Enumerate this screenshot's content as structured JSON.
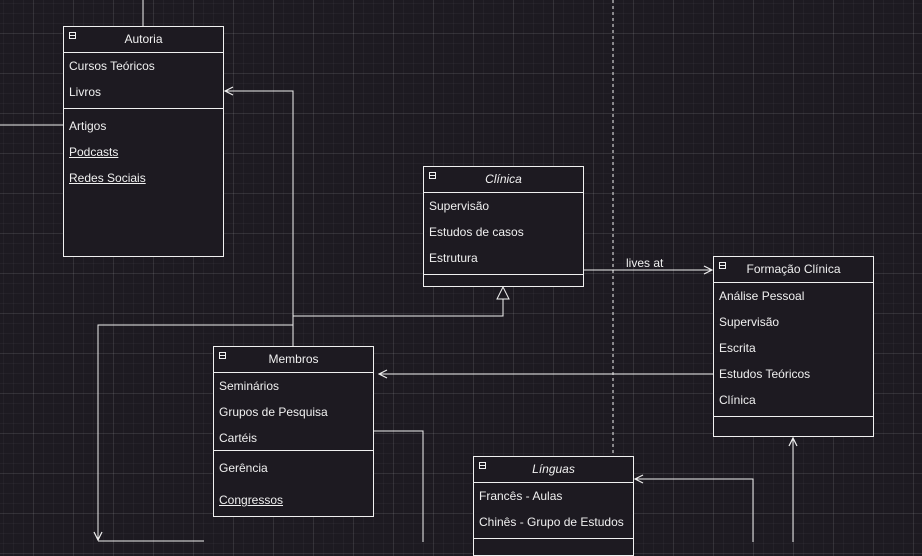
{
  "diagram": {
    "edge_label": "lives at",
    "boxes": {
      "autoria": {
        "title": "Autoria",
        "items": [
          "Cursos Teóricos",
          "Livros",
          "Artigos",
          "Podcasts",
          "Redes Sociais"
        ]
      },
      "clinica": {
        "title": "Clínica",
        "items": [
          "Supervisão",
          "Estudos de casos",
          "Estrutura"
        ]
      },
      "formacao": {
        "title": "Formação Clínica",
        "items": [
          "Análise Pessoal",
          "Supervisão",
          "Escrita",
          "Estudos Teóricos",
          "Clínica"
        ]
      },
      "membros": {
        "title": "Membros",
        "items": [
          "Seminários",
          "Grupos de Pesquisa",
          "Cartéis",
          "Gerência",
          "Congressos"
        ]
      },
      "linguas": {
        "title": "Línguas",
        "items": [
          "Francês - Aulas",
          "Chinês - Grupo de Estudos"
        ]
      }
    }
  },
  "colors": {
    "background": "#1d1a21",
    "stroke": "#f0f0f0"
  }
}
